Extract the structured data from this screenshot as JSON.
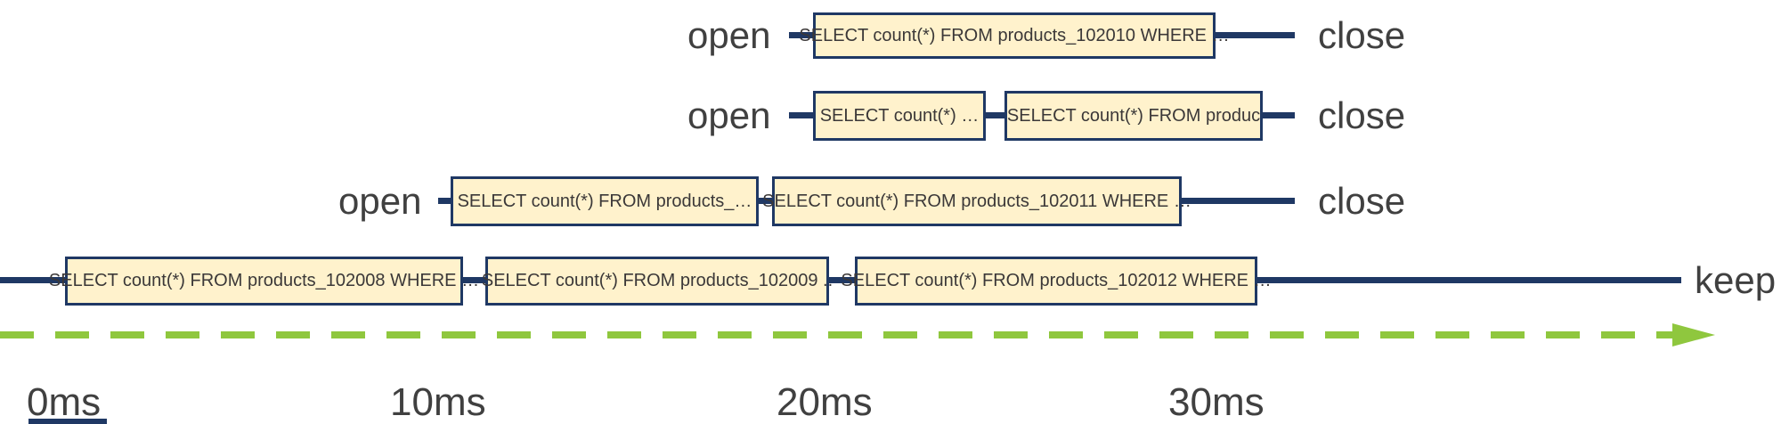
{
  "colors": {
    "box_fill": "#FFF2CC",
    "box_border": "#1F3864",
    "connection_line": "#1F3864",
    "label_text": "#404040",
    "sql_text": "#3B3838",
    "timeline_green": "#8FC73E"
  },
  "lanes": [
    {
      "open_label": "open",
      "close_label": "close",
      "boxes": [
        "SELECT count(*) FROM products_102010 WHERE …"
      ]
    },
    {
      "open_label": "open",
      "close_label": "close",
      "boxes": [
        "SELECT count(*) …",
        "SELECT count(*) FROM  produc"
      ]
    },
    {
      "open_label": "open",
      "close_label": "close",
      "boxes": [
        "SELECT count(*) FROM products_…",
        "SELECT count(*) FROM products_102011 WHERE …"
      ]
    },
    {
      "keep_label": "keep",
      "boxes": [
        "SELECT count(*) FROM products_102008 WHERE …",
        "SELECT count(*) FROM products_102009 ..",
        "SELECT count(*) FROM products_102012 WHERE …"
      ]
    }
  ],
  "axis": {
    "ticks": [
      "0ms",
      "10ms",
      "20ms",
      "30ms"
    ]
  }
}
